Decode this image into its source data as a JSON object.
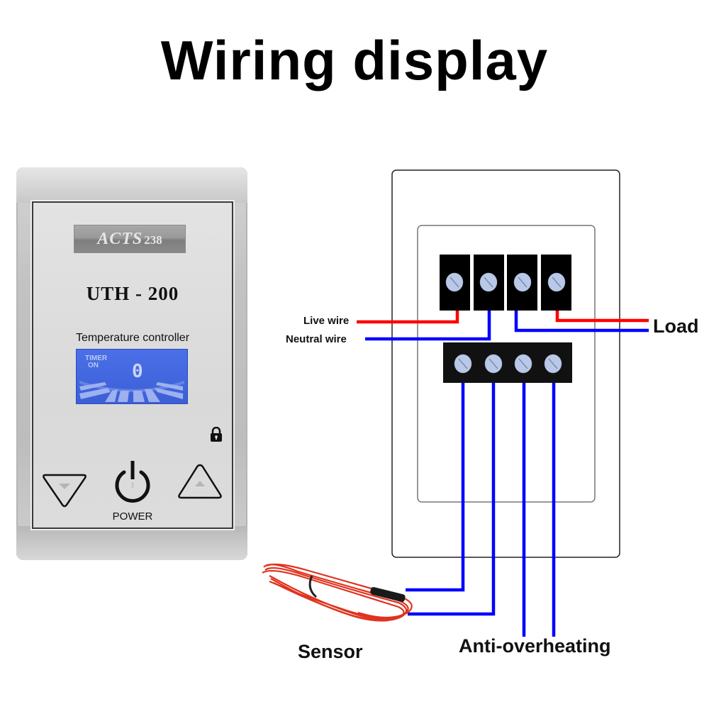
{
  "title": "Wiring display",
  "device": {
    "brand_name": "ACTS",
    "brand_number": "238",
    "model": "UTH - 200",
    "subtitle": "Temperature controller",
    "lcd": {
      "timer_line1": "TIMER",
      "timer_line2": "ON",
      "digit": "0",
      "color": "#4468e0"
    },
    "buttons": {
      "down_icon": "triangle-down-icon",
      "power_icon": "power-icon",
      "up_icon": "triangle-up-icon",
      "power_label": "POWER"
    },
    "lock_icon": "lock-icon"
  },
  "diagram": {
    "labels": {
      "live": "Live wire",
      "neutral": "Neutral wire",
      "load": "Load",
      "sensor": "Sensor",
      "anti_overheating": "Anti-overheating"
    },
    "top_terminals": 4,
    "bottom_terminals": 4,
    "colors": {
      "live": "#ff0000",
      "neutral": "#0000ff",
      "terminal": "#000000",
      "screw": "#b8c8e6",
      "sensor_cable": "#e0321e"
    }
  }
}
